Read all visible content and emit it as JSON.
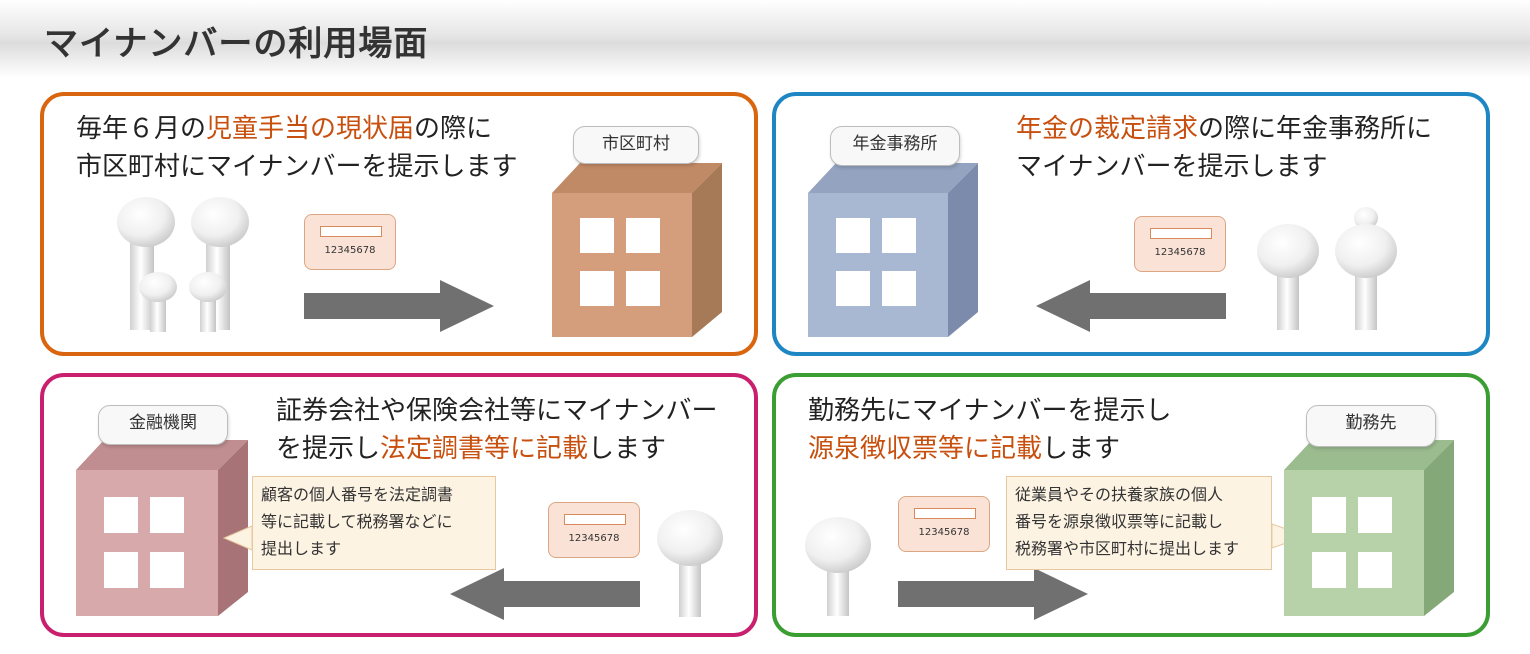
{
  "title": "マイナンバーの利用場面",
  "card_number": "12345678",
  "colors": {
    "orange": "#d9660f",
    "blue": "#1f86c4",
    "magenta": "#c8206e",
    "green": "#3a9e33",
    "highlight": "#c8500f",
    "arrow": "#707070"
  },
  "panels": [
    {
      "line1": [
        "毎年６月の",
        "児童手当の現状届",
        "の際に"
      ],
      "line2": [
        "市区町村にマイナンバーを提示します"
      ],
      "building": "市区町村"
    },
    {
      "line1": [
        "年金の裁定請求",
        "の際に年金事務所に"
      ],
      "line2": [
        "マイナンバーを提示します"
      ],
      "building": "年金事務所"
    },
    {
      "line1": [
        "証券会社や保険会社等にマイナンバー"
      ],
      "line2": [
        "を提示し",
        "法定調書等に記載",
        "します"
      ],
      "building": "金融機関",
      "note": [
        "顧客の個人番号を法定調書",
        "等に記載して税務署などに",
        "提出します"
      ]
    },
    {
      "line1": [
        "勤務先にマイナンバーを提示し"
      ],
      "line2": [
        "源泉徴収票等に記載",
        "します"
      ],
      "building": "勤務先",
      "note": [
        "従業員やその扶養家族の個人",
        "番号を源泉徴収票等に記載し",
        "税務署や市区町村に提出します"
      ]
    }
  ]
}
